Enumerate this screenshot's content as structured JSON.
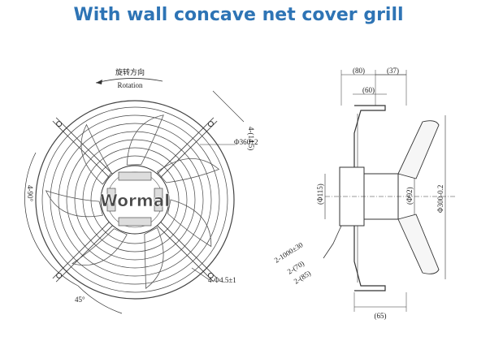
{
  "title": "With wall concave net cover grill",
  "brand_watermark": "Wormal",
  "front_view": {
    "rotation_cn": "旋转方向",
    "rotation_en": "Rotation",
    "dims": {
      "slot": "4-(14.5)",
      "diameter": "Φ360±2",
      "pcd": "4-90°",
      "holes": "4-Φ4.5±1",
      "angle": "45°"
    }
  },
  "side_view": {
    "dims": {
      "d80": "(80)",
      "d37": "(37)",
      "d60": "(60)",
      "d115": "(Φ115)",
      "d92": "(Φ92)",
      "d300": "Φ300-0.2",
      "cable": "2-1000±30",
      "wire1": "2-(70)",
      "wire2": "2-(85)",
      "d65": "(65)"
    }
  }
}
